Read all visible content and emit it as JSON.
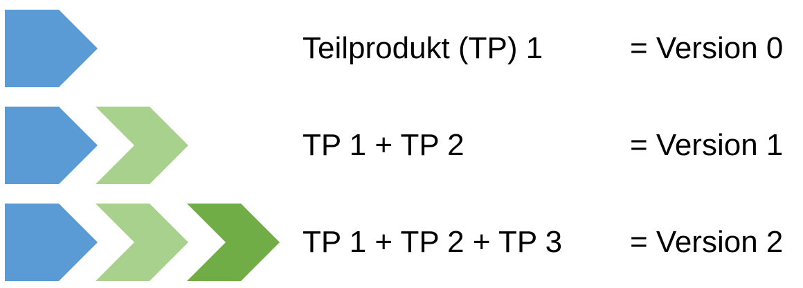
{
  "colors": {
    "blue": "#5b9bd5",
    "light_green": "#a9d18e",
    "dark_green": "#70ad47"
  },
  "rows": [
    {
      "formula": "Teilprodukt (TP) 1",
      "version": "= Version 0",
      "chevrons": [
        "blue"
      ]
    },
    {
      "formula": "TP 1 + TP 2",
      "version": "= Version 1",
      "chevrons": [
        "blue",
        "light_green"
      ]
    },
    {
      "formula": "TP 1 + TP 2 + TP 3",
      "version": "= Version 2",
      "chevrons": [
        "blue",
        "light_green",
        "dark_green"
      ]
    }
  ]
}
